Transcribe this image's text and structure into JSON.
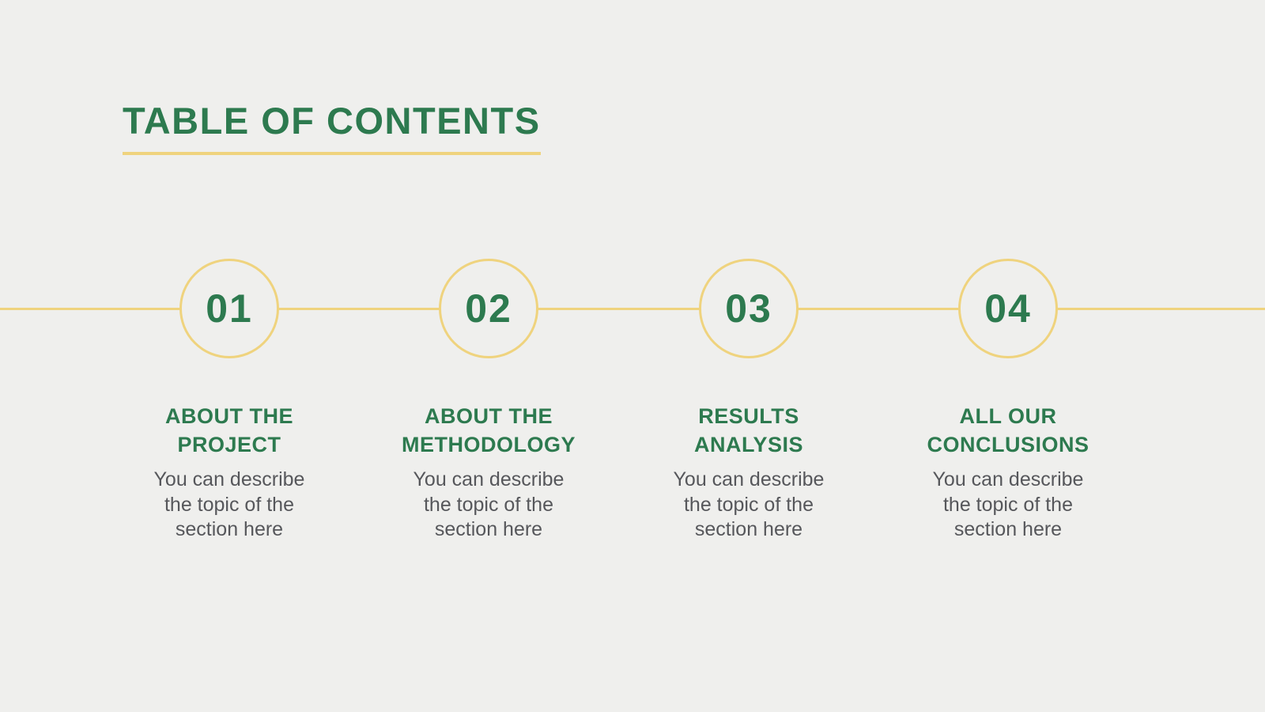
{
  "page": {
    "title": "TABLE OF CONTENTS",
    "background_color": "#efefed",
    "accent_green": "#2d7a4f",
    "accent_yellow": "#efd37e",
    "description_gray": "#56575b"
  },
  "sections": [
    {
      "number": "01",
      "title": "ABOUT THE PROJECT",
      "title_lines": [
        "ABOUT THE",
        "PROJECT"
      ],
      "description": "You can describe the topic of the section here",
      "description_lines": [
        "You can describe",
        "the topic of the",
        "section here"
      ]
    },
    {
      "number": "02",
      "title": "ABOUT THE METHODOLOGY",
      "title_lines": [
        "ABOUT THE",
        "METHODOLOGY"
      ],
      "description": "You can describe the topic of the section here",
      "description_lines": [
        "You can describe",
        "the topic of the",
        "section here"
      ]
    },
    {
      "number": "03",
      "title": "RESULTS ANALYSIS",
      "title_lines": [
        "RESULTS",
        "ANALYSIS"
      ],
      "description": "You can describe the topic of the section here",
      "description_lines": [
        "You can describe",
        "the topic of the",
        "section here"
      ]
    },
    {
      "number": "04",
      "title": "ALL OUR CONCLUSIONS",
      "title_lines": [
        "ALL OUR",
        "CONCLUSIONS"
      ],
      "description": "You can describe the topic of the section here",
      "description_lines": [
        "You can describe",
        "the topic of the",
        "section here"
      ]
    }
  ]
}
